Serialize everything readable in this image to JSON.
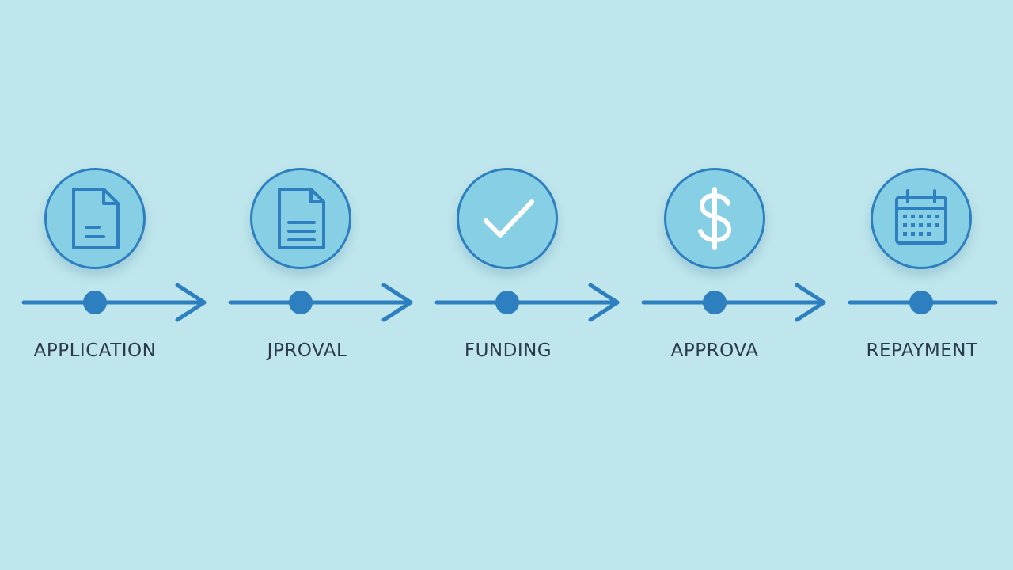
{
  "colors": {
    "background": "#bfe6ec",
    "accent": "#2e7fbf",
    "circle_fill": "#86cfe4",
    "label": "#2a3a4c"
  },
  "steps": [
    {
      "label": "APPLICATION",
      "icon": "document-icon"
    },
    {
      "label": "JPROVAL",
      "icon": "document-lines-icon"
    },
    {
      "label": "FUNDING",
      "icon": "checkmark-icon"
    },
    {
      "label": "APPROVA",
      "icon": "dollar-icon"
    },
    {
      "label": "REPAYMENT",
      "icon": "calendar-icon"
    }
  ]
}
